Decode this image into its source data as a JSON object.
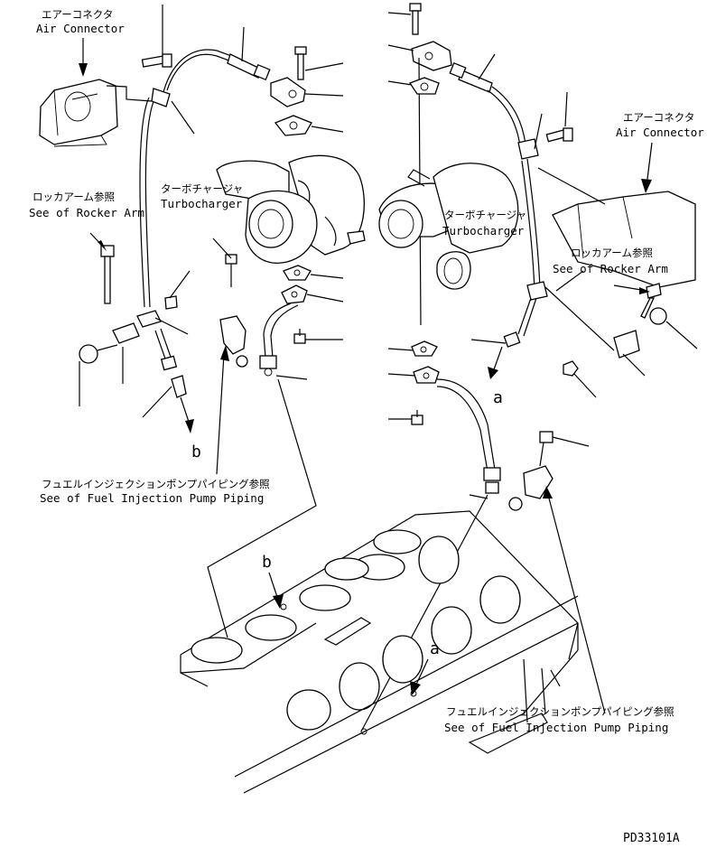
{
  "labels": {
    "air_connector_left_jp": "エアーコネクタ",
    "air_connector_left_en": "Air Connector",
    "air_connector_right_jp": "エアーコネクタ",
    "air_connector_right_en": "Air Connector",
    "rocker_left_jp": "ロッカアーム参照",
    "rocker_left_en": "See of Rocker Arm",
    "rocker_right_jp": "ロッカアーム参照",
    "rocker_right_en": "See of Rocker Arm",
    "turbo_left_jp": "ターボチャージャ",
    "turbo_left_en": "Turbocharger",
    "turbo_right_jp": "ターボチャージャ",
    "turbo_right_en": "Turbocharger",
    "fuel_left_jp": "フュエルインジェクションポンプパイピング参照",
    "fuel_left_en": "See of Fuel Injection Pump Piping",
    "fuel_right_jp": "フュエルインジェクションポンプパイピング参照",
    "fuel_right_en": "See of Fuel Injection Pump Piping",
    "ref_a_upper": "a",
    "ref_b_upper": "b",
    "ref_a_lower": "a",
    "ref_b_lower": "b"
  },
  "drawing_code": "PD33101A"
}
